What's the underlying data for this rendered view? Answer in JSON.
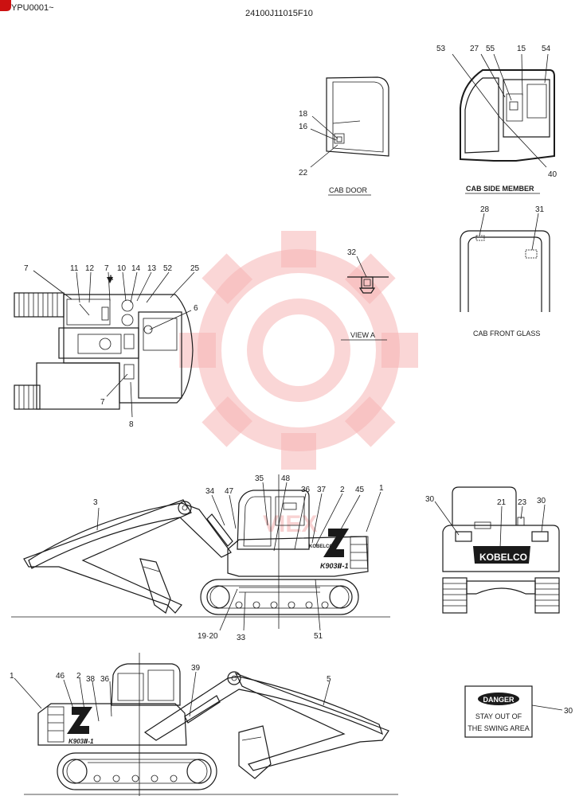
{
  "header": {
    "serial": "YPU0001~",
    "drawing_number": "24100J11015F10"
  },
  "colors": {
    "ink": "#1a1a1a",
    "watermark": "#f5b5b5",
    "corner_mark": "#cc1111"
  },
  "views": {
    "cab_door": "CAB DOOR",
    "cab_side_member": "CAB SIDE MEMBER",
    "cab_front_glass": "CAB FRONT GLASS",
    "view_a": "VIEW  A"
  },
  "top_view_arrow": "A",
  "brand_decal": "KOBELCO",
  "model_decal": "K903Ⅱ-1",
  "danger_plate": {
    "header": "DANGER",
    "line1": "STAY  OUT  OF",
    "line2": "THE SWING AREA",
    "callout": "30"
  },
  "watermark_text": "VIEX",
  "callouts": {
    "cab_door": [
      "18",
      "16",
      "22"
    ],
    "cab_side": [
      "53",
      "27",
      "55",
      "15",
      "54",
      "40"
    ],
    "front_glass": [
      "28",
      "31"
    ],
    "view_a": [
      "32"
    ],
    "top_view": [
      "7",
      "11",
      "12",
      "7",
      "10",
      "14",
      "13",
      "52",
      "25",
      "6",
      "7",
      "8"
    ],
    "side_view": [
      "3",
      "34",
      "47",
      "35",
      "48",
      "36",
      "37",
      "2",
      "45",
      "1",
      "19·20",
      "33",
      "51"
    ],
    "rear_view": [
      "30",
      "21",
      "23",
      "30"
    ],
    "left_view": [
      "1",
      "46",
      "2",
      "38",
      "36",
      "39",
      "5"
    ]
  }
}
